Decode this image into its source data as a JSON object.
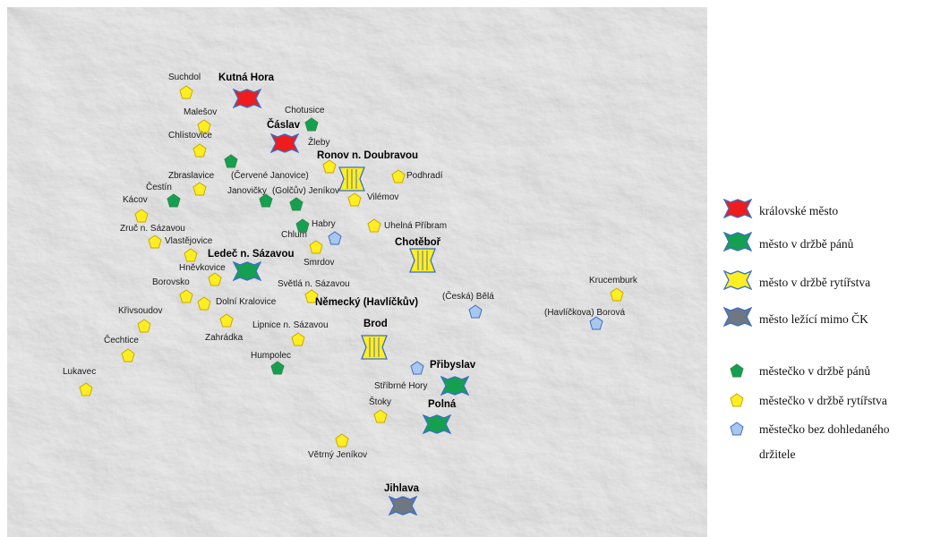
{
  "colors": {
    "royal": "#ee1c1c",
    "lords": "#14a050",
    "knights": "#ffee22",
    "outside": "#6f7783",
    "unknown": "#a9c6ee",
    "frame_blue": "#3b6fc4"
  },
  "places": [
    {
      "name": "Suchdol",
      "kind": "town-knights"
    },
    {
      "name": "Kutná Hora",
      "kind": "city-royal"
    },
    {
      "name": "Malešov",
      "kind": "town-knights"
    },
    {
      "name": "Chotusice",
      "kind": "town-lords"
    },
    {
      "name": "Chlístovice",
      "kind": "town-knights"
    },
    {
      "name": "Čáslav",
      "kind": "city-royal"
    },
    {
      "name": "Žleby",
      "kind": "town-knights"
    },
    {
      "name": "Ronov n. Doubravou",
      "kind": "city-knights"
    },
    {
      "name": "Zbraslavice",
      "kind": "town-knights"
    },
    {
      "name": "(Červené Janovice)",
      "kind": "town-lords"
    },
    {
      "name": "Podhradí",
      "kind": "town-knights"
    },
    {
      "name": "Čestín",
      "kind": "town-lords"
    },
    {
      "name": "Janovičky",
      "kind": "town-lords"
    },
    {
      "name": "(Golčův) Jeníkov",
      "kind": "town-lords"
    },
    {
      "name": "Vilémov",
      "kind": "town-knights"
    },
    {
      "name": "Kácov",
      "kind": "town-knights"
    },
    {
      "name": "Chlum",
      "kind": "town-lords"
    },
    {
      "name": "Habry",
      "kind": "town-unknown"
    },
    {
      "name": "Uhelná Příbram",
      "kind": "town-knights"
    },
    {
      "name": "Zruč n. Sázavou",
      "kind": "town-knights"
    },
    {
      "name": "Vlastějovice",
      "kind": "town-knights"
    },
    {
      "name": "Chotěboř",
      "kind": "city-knights"
    },
    {
      "name": "Smrdov",
      "kind": "town-knights"
    },
    {
      "name": "Ledeč n. Sázavou",
      "kind": "city-lords"
    },
    {
      "name": "Hněvkovice",
      "kind": "town-knights"
    },
    {
      "name": "Borovsko",
      "kind": "town-knights"
    },
    {
      "name": "Světlá n. Sázavou",
      "kind": "town-knights"
    },
    {
      "name": "Dolní Kralovice",
      "kind": "town-knights"
    },
    {
      "name": "Německý (Havlíčkův)",
      "kind": "label"
    },
    {
      "name": "(Česká) Bělá",
      "kind": "town-unknown"
    },
    {
      "name": "Krucemburk",
      "kind": "town-knights"
    },
    {
      "name": "(Havlíčkova) Borová",
      "kind": "town-unknown"
    },
    {
      "name": "Křivsoudov",
      "kind": "town-knights"
    },
    {
      "name": "Lipnice n. Sázavou",
      "kind": "town-knights"
    },
    {
      "name": "Brod",
      "kind": "city-knights"
    },
    {
      "name": "Zahrádka",
      "kind": "town-knights"
    },
    {
      "name": "Čechtice",
      "kind": "town-knights"
    },
    {
      "name": "Humpolec",
      "kind": "town-lords"
    },
    {
      "name": "Přibyslav",
      "kind": "city-lords"
    },
    {
      "name": "Lukavec",
      "kind": "town-knights"
    },
    {
      "name": "Stříbrné Hory",
      "kind": "town-unknown"
    },
    {
      "name": "Štoky",
      "kind": "town-knights"
    },
    {
      "name": "Polná",
      "kind": "city-lords"
    },
    {
      "name": "Větrný Jeníkov",
      "kind": "town-knights"
    },
    {
      "name": "Jihlava",
      "kind": "city-outside"
    }
  ],
  "legend": {
    "city_royal": "královské město",
    "city_lords": "město v držbě pánů",
    "city_knights": "město v držbě rytířstva",
    "city_outside": "město ležící mimo ČK",
    "town_lords": "městečko v držbě pánů",
    "town_knights": "městečko v držbě rytířstva",
    "town_unknown_1": "městečko bez dohledaného",
    "town_unknown_2": "držitele"
  }
}
